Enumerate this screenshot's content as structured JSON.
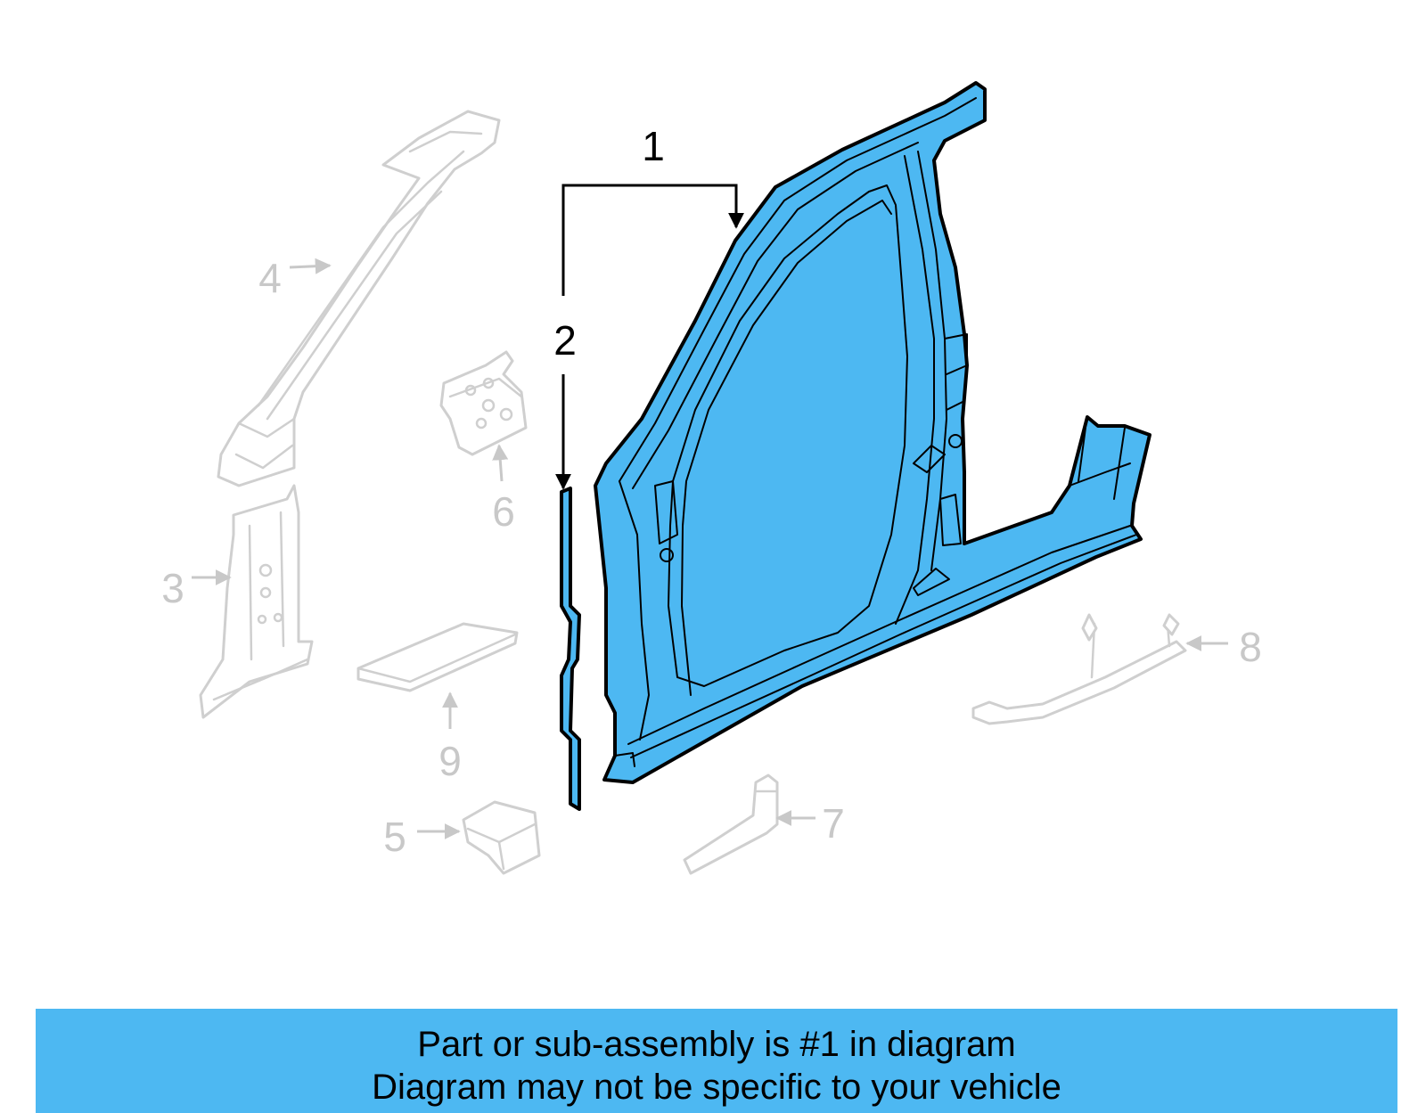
{
  "callouts": {
    "c1": "1",
    "c2": "2",
    "c3": "3",
    "c4": "4",
    "c5": "5",
    "c6": "6",
    "c7": "7",
    "c8": "8",
    "c9": "9"
  },
  "footer": {
    "line1": "Part or sub-assembly is #1 in diagram",
    "line2": "Diagram may not be specific to your vehicle"
  },
  "colors": {
    "highlight": "#4db8f2",
    "ghost_parts": "#cfcfcf",
    "outline": "#000000"
  }
}
